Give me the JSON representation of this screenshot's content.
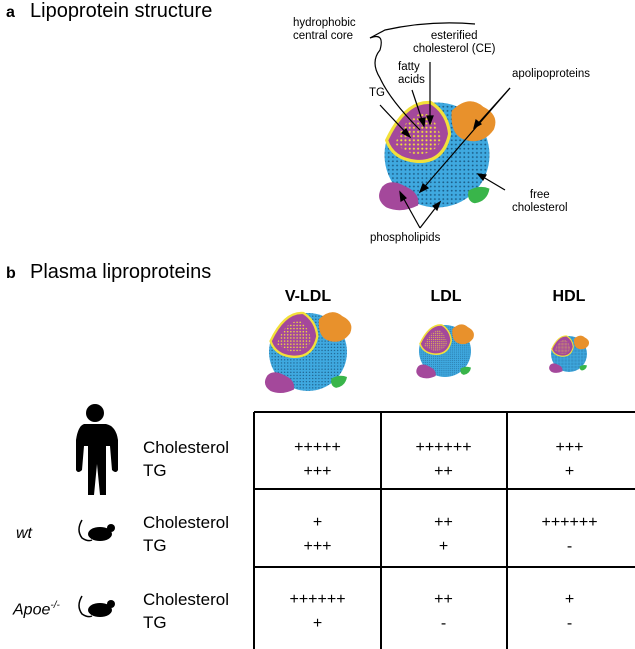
{
  "panel_a": {
    "letter": "a",
    "title": "Lipoprotein structure",
    "labels": {
      "core": [
        "hydrophobic",
        "central core"
      ],
      "ce": [
        "esterified",
        "cholesterol (CE)"
      ],
      "fa": [
        "fatty",
        "acids"
      ],
      "tg": "TG",
      "apo": "apolipoproteins",
      "free": [
        "free",
        "cholesterol"
      ],
      "phos": "phospholipids"
    }
  },
  "panel_b": {
    "letter": "b",
    "title": "Plasma liproproteins",
    "columns": [
      "V-LDL",
      "LDL",
      "HDL"
    ],
    "rows": [
      {
        "organism": "",
        "labels": [
          "Cholesterol",
          "TG"
        ],
        "cells": [
          [
            "+++++",
            "+++"
          ],
          [
            "++++++",
            "++"
          ],
          [
            "+++",
            "+"
          ]
        ]
      },
      {
        "organism": "wt",
        "labels": [
          "Cholesterol",
          "TG"
        ],
        "cells": [
          [
            "+",
            "+++"
          ],
          [
            "++",
            "+"
          ],
          [
            "++++++",
            "-"
          ]
        ]
      },
      {
        "organism": "Apoe",
        "organism_sup": "-/-",
        "labels": [
          "Cholesterol",
          "TG"
        ],
        "cells": [
          [
            "++++++",
            "+"
          ],
          [
            "++",
            "-"
          ],
          [
            "+",
            "-"
          ]
        ]
      }
    ]
  },
  "colors": {
    "shell": "#3fa9e0",
    "core": "#a4489b",
    "apo": "#e8912c",
    "free_chol": "#39b54a",
    "yellow": "#f2e03a"
  }
}
